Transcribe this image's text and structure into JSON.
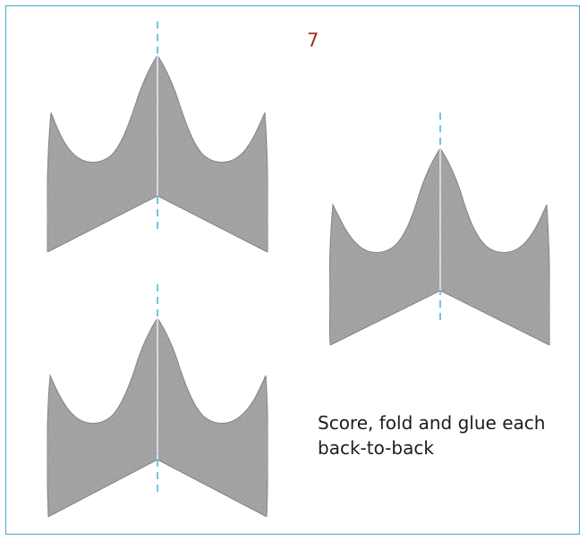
{
  "page": {
    "number": "7",
    "instruction": "Score, fold and glue each back-to-back"
  },
  "colors": {
    "border": "#4aa8d0",
    "fold_line": "#3fb4d6",
    "piece_fill": "#8e8e8e",
    "piece_edge": "#555555",
    "page_number": "#9b2c22"
  },
  "pieces": [
    {
      "name": "piece-top-left"
    },
    {
      "name": "piece-right"
    },
    {
      "name": "piece-bottom-left"
    }
  ]
}
